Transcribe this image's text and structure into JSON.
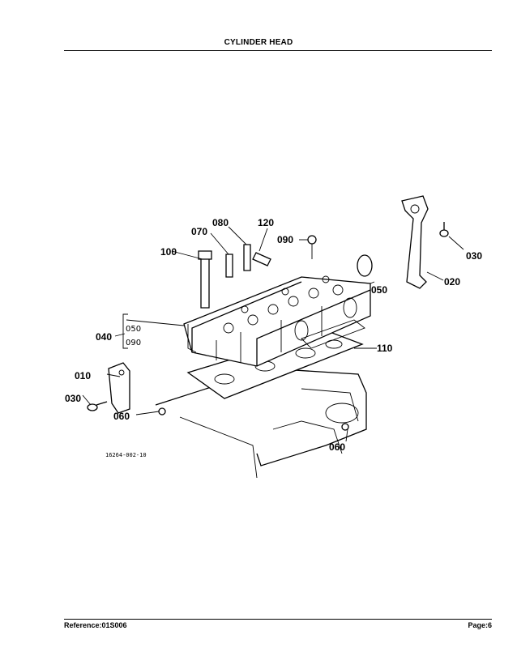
{
  "header": {
    "title": "CYLINDER HEAD"
  },
  "footer": {
    "reference": "Reference:01S006",
    "page": "Page:6"
  },
  "diagram": {
    "drawing_number": "16264-002-10",
    "callouts": {
      "c010": "010",
      "c020": "020",
      "c030a": "030",
      "c030b": "030",
      "c040": "040",
      "c050": "050",
      "c060a": "060",
      "c060b": "060",
      "c070": "070",
      "c080": "080",
      "c090": "090",
      "c100": "100",
      "c110": "110",
      "c120": "120"
    },
    "bracket_refs": {
      "ref050": "050",
      "ref090": "090"
    }
  }
}
